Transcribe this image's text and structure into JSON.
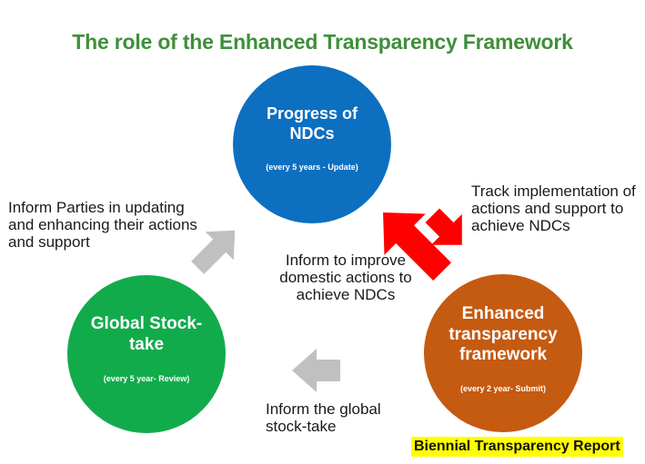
{
  "title": "The role of the Enhanced Transparency Framework",
  "nodes": {
    "ndc": {
      "label": "Progress of NDCs",
      "sub": "(every 5 years - Update)",
      "color": "#0d6fc0"
    },
    "gst": {
      "label": "Global Stock-take",
      "sub": "(every 5 year- Review)",
      "color": "#12ab4c"
    },
    "etf": {
      "label": "Enhanced transparency framework",
      "sub": "(every 2 year- Submit)",
      "color": "#c55a11"
    }
  },
  "edges": {
    "gst_to_ndc": "Inform Parties in updating and enhancing their actions and support",
    "ndc_to_etf": "Track implementation of actions and support to achieve NDCs",
    "etf_to_ndc": "Inform to improve domestic actions to achieve NDCs",
    "etf_to_gst": "Inform the global stock-take"
  },
  "badge": "Biennial Transparency Report",
  "colors": {
    "title": "#3f8f3a",
    "arrow_red": "#ff0000",
    "arrow_gray": "#c0c0c0",
    "highlight": "#ffff00"
  }
}
